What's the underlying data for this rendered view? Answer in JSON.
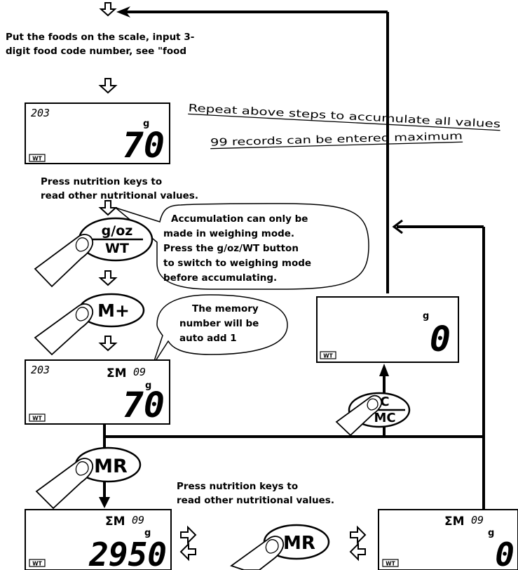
{
  "instructions": {
    "step1_line1": "Put the foods on the scale,  input 3-",
    "step1_line2": "digit food code number, see \"food",
    "press_keys_1_line1": "Press nutrition keys to",
    "press_keys_1_line2": "read other nutritional values.",
    "press_keys_2_line1": "Press nutrition keys to",
    "press_keys_2_line2": "read other nutritional values."
  },
  "repeat_note": {
    "line1": "Repeat above steps to accumulate all values",
    "line2": "99 records can be entered maximum"
  },
  "bubble_accumulation": {
    "line1": "Accumulation can only be",
    "line2": "made in weighing mode.",
    "line3_prefix": "Press the ",
    "line3_bold": "g/oz/WT",
    "line3_suffix": " button",
    "line4": "to switch to weighing mode",
    "line5": "before accumulating."
  },
  "bubble_memory": {
    "line1": "The memory",
    "line2": "number will be",
    "line3": "auto add 1"
  },
  "buttons": {
    "goz_top": "g/oz",
    "goz_bottom": "WT",
    "mplus": "M+",
    "c_top": "C",
    "c_bottom": "MC",
    "mr": "MR",
    "mr_center": "MR"
  },
  "displays": {
    "d1": {
      "code": "203",
      "unit": "g",
      "value": "70",
      "mode": "WT"
    },
    "d2": {
      "code": "203",
      "sigma": "ΣM",
      "mem": "09",
      "unit": "g",
      "value": "70",
      "mode": "WT"
    },
    "d3": {
      "unit": "g",
      "value": "0",
      "mode": "WT"
    },
    "d4": {
      "sigma": "ΣM",
      "mem": "09",
      "unit": "g",
      "value": "2950",
      "mode": "WT"
    },
    "d5": {
      "sigma": "ΣM",
      "mem": "09",
      "unit": "g",
      "value": "0",
      "mode": "WT"
    }
  },
  "colors": {
    "ink": "#000000",
    "background": "#ffffff"
  }
}
